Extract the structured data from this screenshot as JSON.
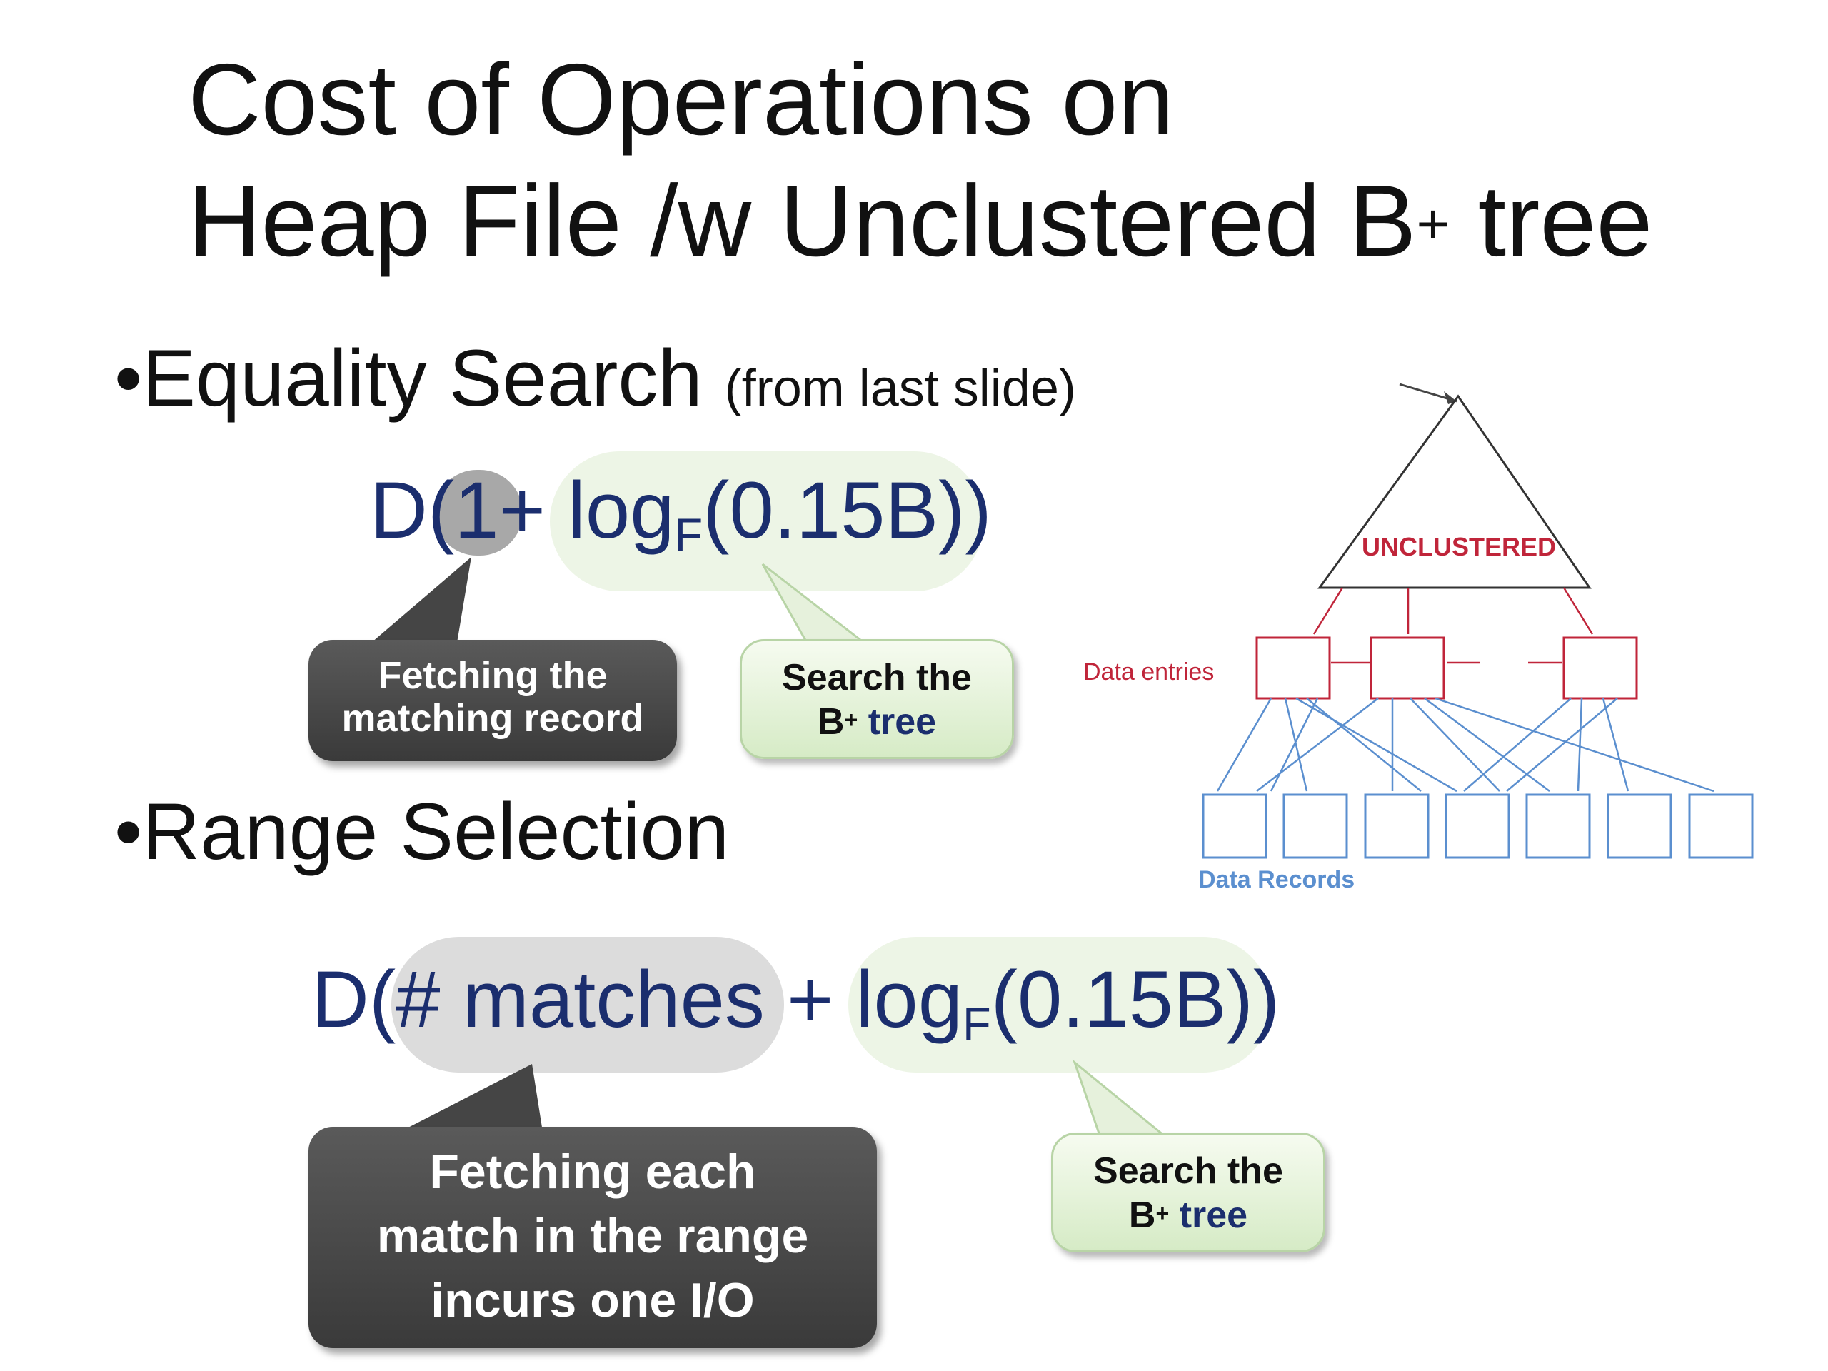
{
  "title": {
    "line1": "Cost of Operations on",
    "line2_pre": "Heap File /w Unclustered B",
    "line2_sup": "+",
    "line2_post": " tree"
  },
  "equality": {
    "bullet": "•Equality Search",
    "note": "(from last slide)",
    "formula": {
      "d_open": "D(",
      "one": "1",
      "plus": "+ ",
      "log": "log",
      "log_sub": "F",
      "arg": "(0.15B))"
    },
    "callout_fetch": {
      "line1": "Fetching the",
      "line2": "matching record"
    },
    "callout_search": {
      "line1": "Search the",
      "line2_pre": "B",
      "line2_sup": "+",
      "line2_post": " tree"
    }
  },
  "range": {
    "bullet": "•Range Selection",
    "formula": {
      "d_open": "D(",
      "matches": "# matches",
      "plus": " + ",
      "log": "log",
      "log_sub": "F",
      "arg": "(0.15B))"
    },
    "callout_fetch": {
      "line1": "Fetching each",
      "line2": "match in the range",
      "line3": "incurs one I/O"
    },
    "callout_search": {
      "line1": "Search the",
      "line2_pre": "B",
      "line2_sup": "+",
      "line2_post": " tree"
    }
  },
  "diagram": {
    "index_label": "UNCLUSTERED",
    "data_entries_label": "Data entries",
    "data_records_label": "Data Records"
  },
  "colors": {
    "formula": "#1b2e6e",
    "diagram_red": "#c0253a",
    "diagram_blue": "#5b8fcf"
  }
}
